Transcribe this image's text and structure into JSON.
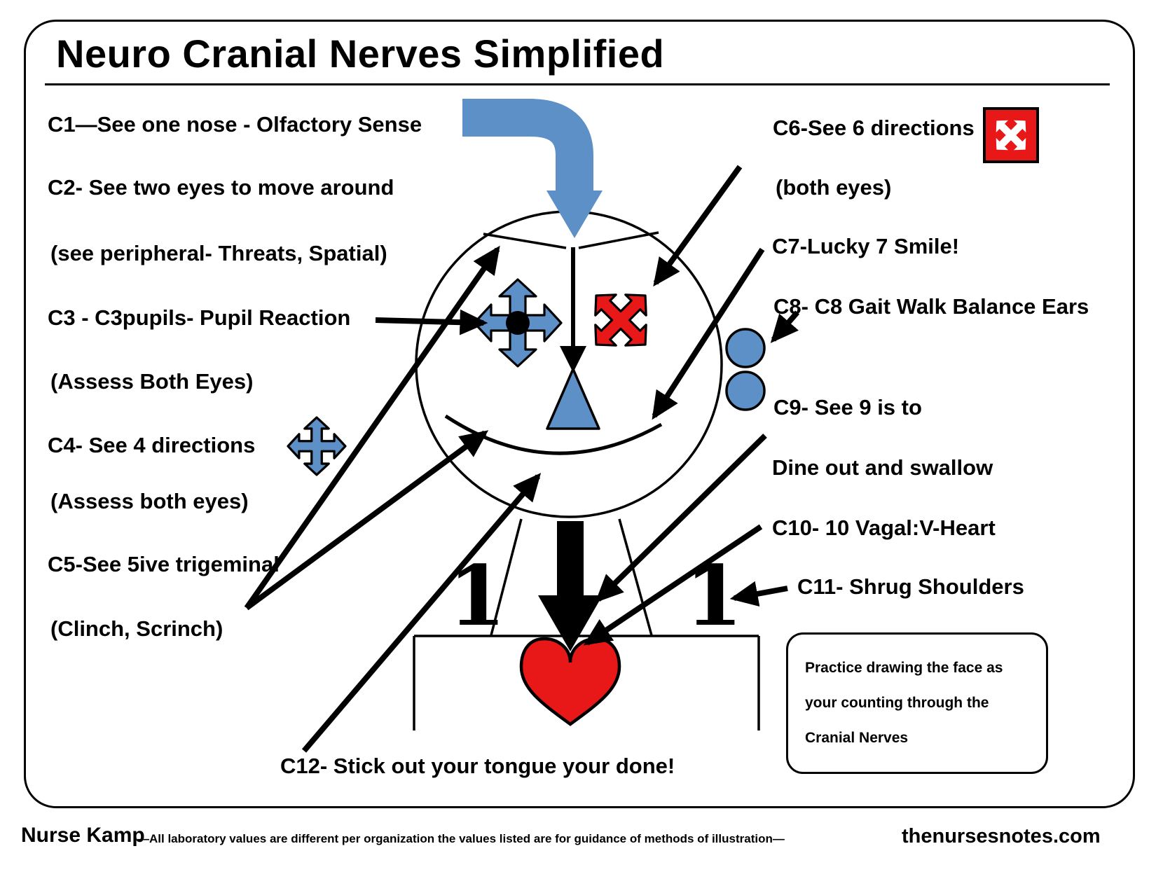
{
  "page": {
    "title": "Neuro Cranial Nerves Simplified"
  },
  "annotations": {
    "c1": "C1—See one nose - Olfactory Sense",
    "c2": "C2- See two eyes to move around",
    "c2_note": "(see peripheral- Threats, Spatial)",
    "c3": "C3 - C3pupils- Pupil Reaction",
    "c3_note": "(Assess Both Eyes)",
    "c4": "C4- See 4 directions",
    "c4_note": "(Assess both eyes)",
    "c5": "C5-See 5ive trigeminal",
    "c5_note": "(Clinch, Scrinch)",
    "c6": "C6-See 6 directions",
    "c6_note": "(both eyes)",
    "c7": "C7-Lucky 7 Smile!",
    "c8": "C8- C8 Gait Walk Balance Ears",
    "c9": "C9- See 9 is to",
    "c9_note": "Dine out and swallow",
    "c10": "C10- 10 Vagal:V-Heart",
    "c11": "C11- Shrug Shoulders",
    "c12": "C12- Stick out your tongue your done!"
  },
  "figure": {
    "left_shoulder_numeral": "1",
    "right_shoulder_numeral": "1"
  },
  "practice_box": {
    "line1": "Practice drawing the face as",
    "line2": "your counting through the",
    "line3": "Cranial Nerves"
  },
  "footer": {
    "author": "Nurse Kamp",
    "disclaimer": "—All laboratory values are different per organization the values listed are for guidance of methods of illustration—",
    "website": "thenursesnotes.com"
  },
  "icons": {
    "c1_pointer": "curved-down-arrow",
    "c4_icon": "four-direction-arrow",
    "c6_icon": "six-direction-x-arrow",
    "left_eye": "four-direction-arrow-with-pupil",
    "right_eye": "x-direction-arrow",
    "ears": "double-circle",
    "chest": "heart"
  },
  "colors": {
    "accent_blue": "#5d90c6",
    "accent_red": "#e81818",
    "ink": "#000000",
    "background": "#ffffff"
  }
}
